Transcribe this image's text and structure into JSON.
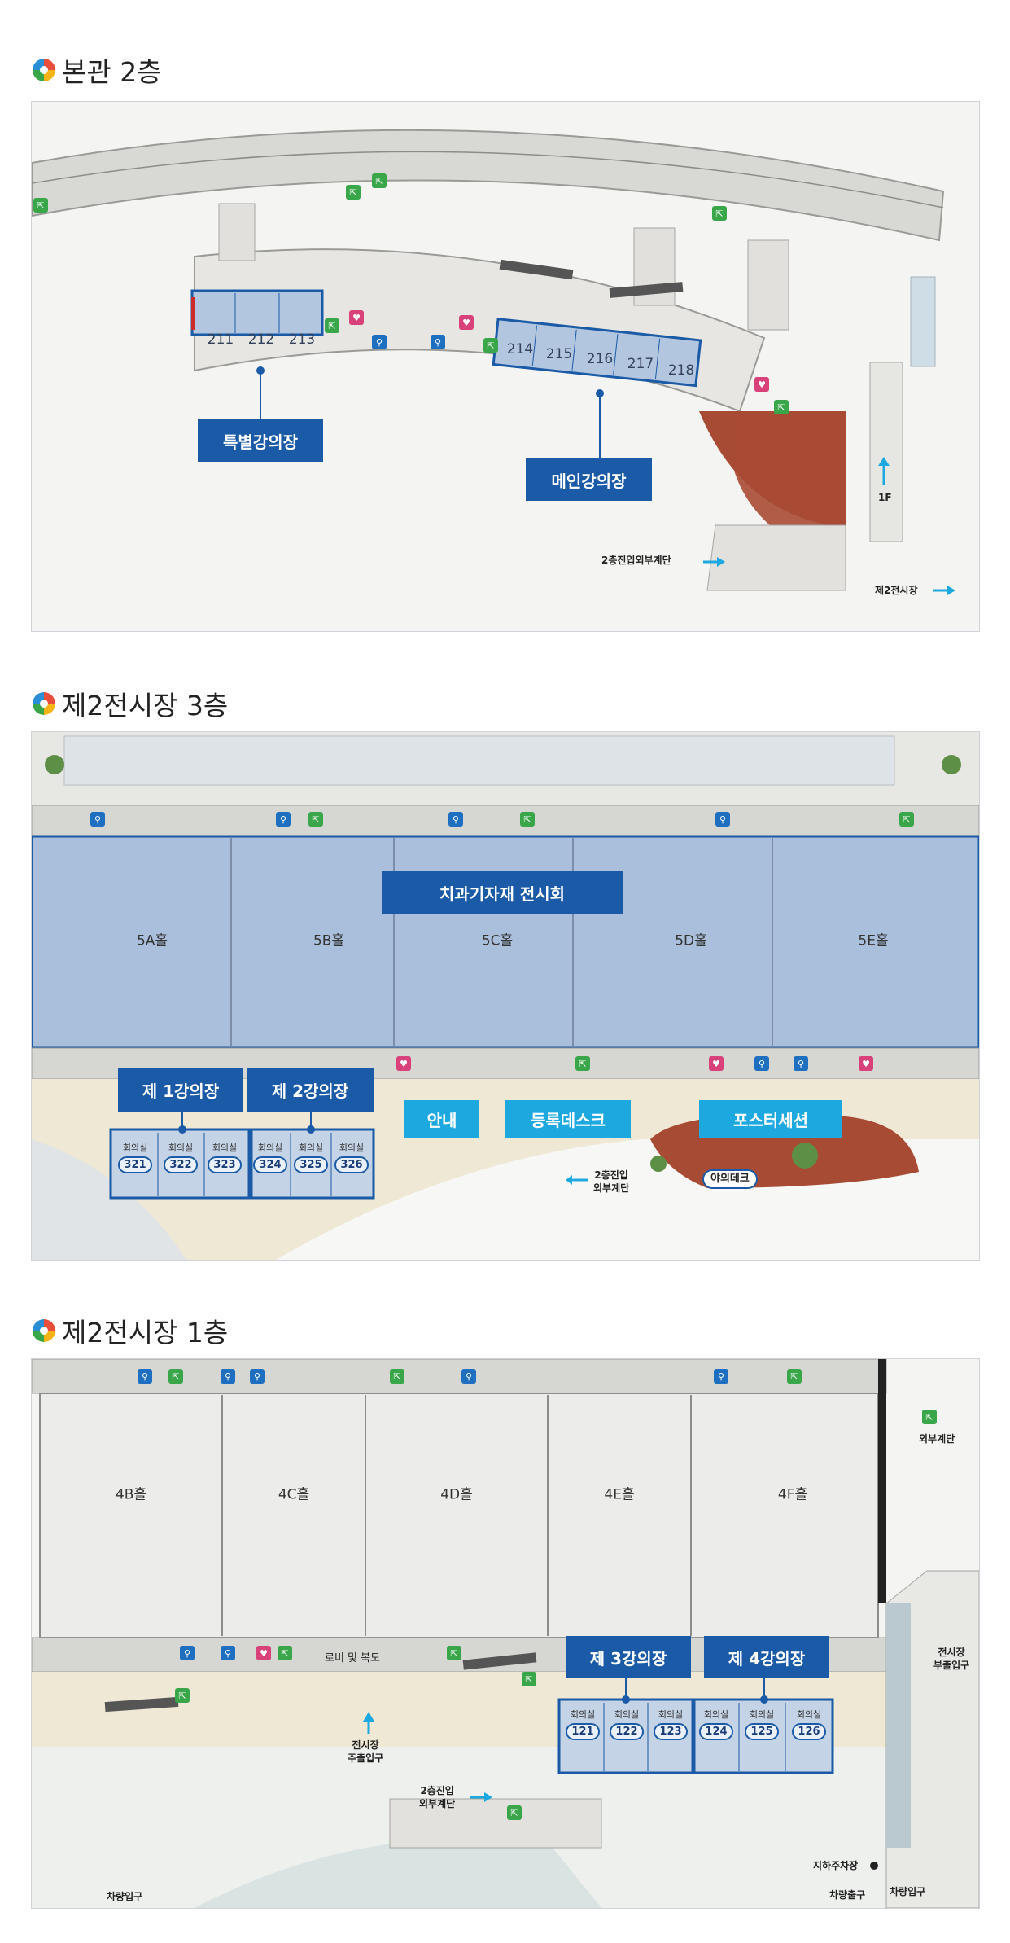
{
  "sections": [
    {
      "title": "본관 2층",
      "rooms_special": [
        "211",
        "212",
        "213"
      ],
      "rooms_main": [
        "214",
        "215",
        "216",
        "217",
        "218"
      ],
      "callouts": {
        "special": "특별강의장",
        "main": "메인강의장"
      },
      "labels": {
        "stairs_outside": "2층진입외부계단",
        "hall2": "제2전시장",
        "floor1": "1F"
      }
    },
    {
      "title": "제2전시장 3층",
      "halls": [
        "5A홀",
        "5B홀",
        "5C홀",
        "5D홀",
        "5E홀"
      ],
      "exhibit_callout": "치과기자재 전시회",
      "lecture1": "제 1강의장",
      "lecture2": "제 2강의장",
      "info": "안내",
      "registration": "등록데스크",
      "poster": "포스터세션",
      "stairs": "2층진입\n외부계단",
      "deck": "야외데크",
      "room_word": "회의실",
      "rooms": [
        "321",
        "322",
        "323",
        "324",
        "325",
        "326"
      ]
    },
    {
      "title": "제2전시장 1층",
      "halls": [
        "4B홀",
        "4C홀",
        "4D홀",
        "4E홀",
        "4F홀"
      ],
      "lecture3": "제 3강의장",
      "lecture4": "제 4강의장",
      "lobby": "로비 및 복도",
      "main_entrance": "전시장\n주출입구",
      "stairs": "2층진입\n외부계단",
      "outer_stairs": "외부계단",
      "side_entrance": "전시장\n부출입구",
      "parking": "지하주차장",
      "vehicle_in_left": "차량입구",
      "vehicle_out": "차량출구",
      "vehicle_in_right": "차량입구",
      "room_word": "회의실",
      "rooms": [
        "121",
        "122",
        "123",
        "124",
        "125",
        "126"
      ]
    }
  ],
  "colors": {
    "blue": "#1a5aa6",
    "cyan": "#1ea8e0",
    "hall_fill": "#a9bfdc",
    "brick": "#a84b34"
  }
}
